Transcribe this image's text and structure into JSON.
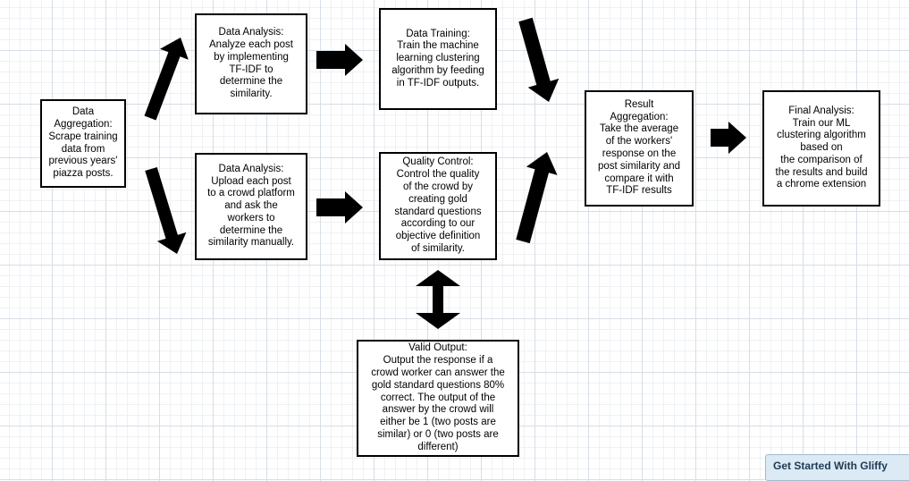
{
  "boxes": [
    {
      "id": "data-aggregation",
      "text": "Data\nAggregation:\nScrape training\ndata from\nprevious years'\npiazza posts."
    },
    {
      "id": "data-analysis-tfidf",
      "text": "Data Analysis:\nAnalyze each post\nby implementing\nTF-IDF to\ndetermine the\nsimilarity."
    },
    {
      "id": "data-analysis-crowd",
      "text": "Data Analysis:\nUpload each post\nto a crowd platform\nand ask the\nworkers to\ndetermine the\nsimilarity manually."
    },
    {
      "id": "data-training",
      "text": "Data Training:\nTrain the machine\nlearning clustering\nalgorithm by feeding\nin TF-IDF outputs."
    },
    {
      "id": "quality-control",
      "text": "Quality Control:\nControl the quality\nof the crowd by\ncreating gold\nstandard questions\naccording to our\nobjective definition\nof similarity."
    },
    {
      "id": "result-aggregation",
      "text": "Result\nAggregation:\nTake the average\nof the workers'\nresponse on the\npost similarity and\ncompare it with\nTF-IDF results"
    },
    {
      "id": "final-analysis",
      "text": "Final Analysis:\nTrain our ML\nclustering algorithm\nbased on\nthe comparison of\nthe results and build\na chrome extension"
    },
    {
      "id": "valid-output",
      "text": "Valid Output:\nOutput the response if a\ncrowd worker can answer the\ngold standard questions 80%\ncorrect. The output of the\nanswer by the crowd will\neither be 1 (two posts are\nsimilar) or 0 (two posts are\ndifferent)"
    }
  ],
  "cta": {
    "label": "Get Started With Gliffy"
  }
}
